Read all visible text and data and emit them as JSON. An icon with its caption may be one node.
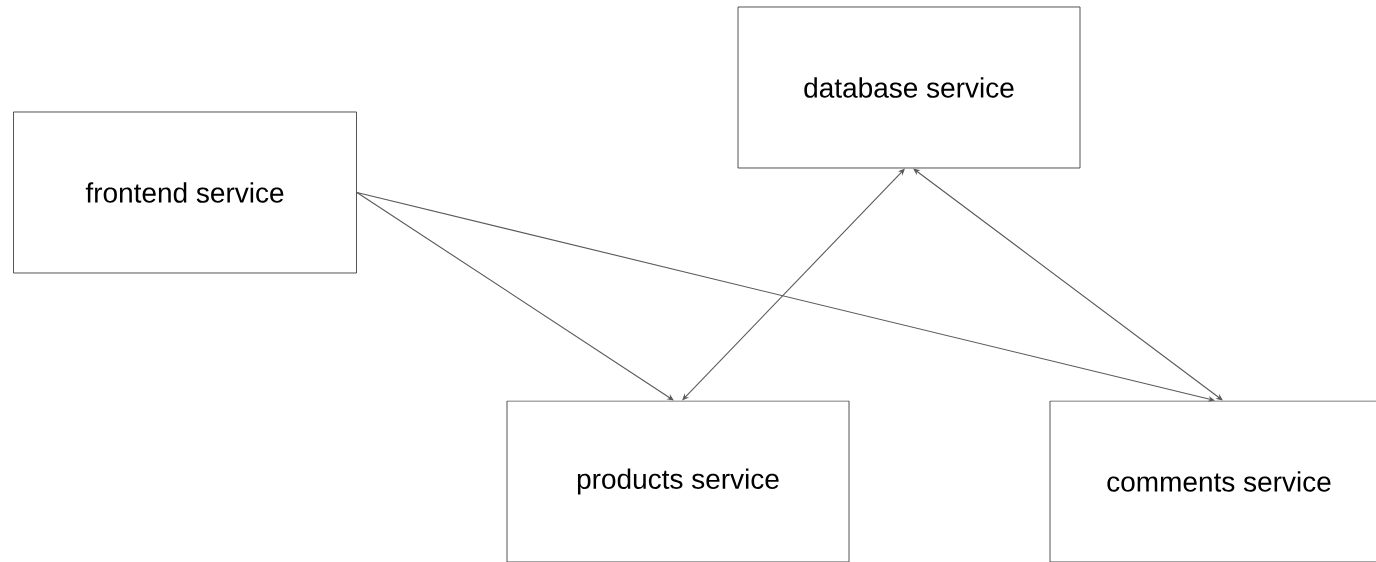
{
  "diagram": {
    "nodes": [
      {
        "text": [
          "frontend service"
        ]
      },
      {
        "text": [
          "database service"
        ]
      },
      {
        "text": [
          "products service"
        ]
      },
      {
        "text": [
          "comments service"
        ]
      }
    ],
    "edges": [
      {
        "from": 0,
        "to": 2,
        "arrow": "to"
      },
      {
        "from": 0,
        "to": 3,
        "arrow": "to"
      },
      {
        "from": 2,
        "to": 1,
        "arrow": "both"
      },
      {
        "from": 3,
        "to": 1,
        "arrow": "both"
      }
    ]
  }
}
